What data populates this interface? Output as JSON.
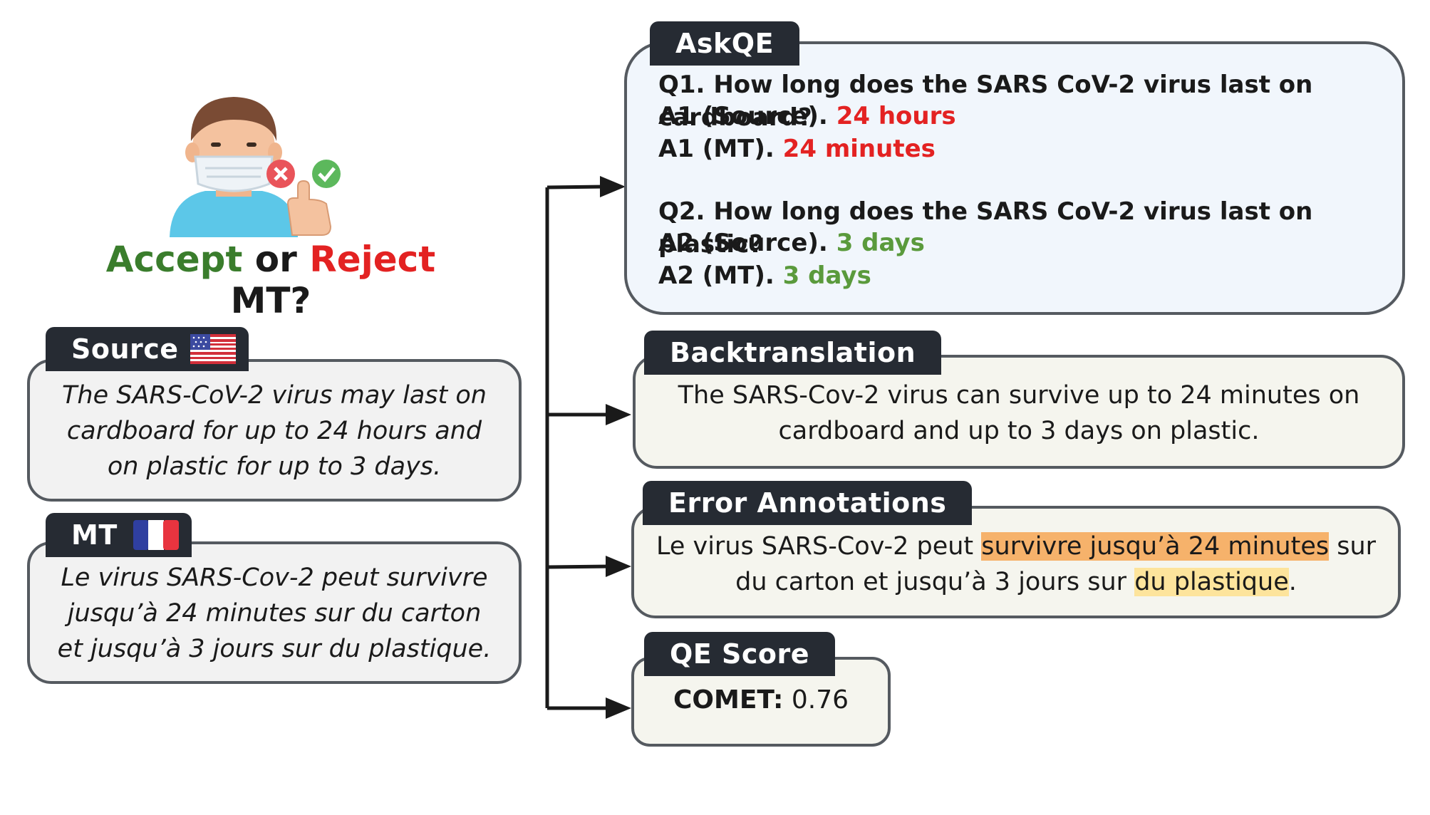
{
  "question": {
    "accept": "Accept",
    "or": "or",
    "reject": "Reject",
    "mt": "MT?"
  },
  "source": {
    "label": "Source",
    "text_l1": "The SARS-CoV-2 virus may last on",
    "text_l2": "cardboard for up to 24 hours and",
    "text_l3": "on plastic for up to 3 days."
  },
  "mt": {
    "label": "MT",
    "text_l1": "Le virus SARS-Cov-2 peut survivre",
    "text_l2": "jusqu’à 24 minutes sur du carton",
    "text_l3": "et jusqu’à 3 jours sur du plastique."
  },
  "askqe": {
    "label": "AskQE",
    "q1": "Q1. How long does the SARS CoV-2 virus last on cardboard?",
    "a1_src_label": "A1 (Source).",
    "a1_src_value": "24 hours",
    "a1_mt_label": "A1 (MT).",
    "a1_mt_value": "24 minutes",
    "q2": "Q2. How long does the SARS CoV-2 virus last on plastic?",
    "a2_src_label": "A2 (Source).",
    "a2_src_value": "3 days",
    "a2_mt_label": "A2 (MT).",
    "a2_mt_value": "3 days"
  },
  "backtranslation": {
    "label": "Backtranslation",
    "text_l1": "The SARS-Cov-2 virus can survive up to 24 minutes on",
    "text_l2": "cardboard and up to 3 days on plastic."
  },
  "error_annotations": {
    "label": "Error Annotations",
    "l1_pre": "Le virus SARS-Cov-2 peut ",
    "l1_hl": "survivre jusqu’à 24 minutes",
    "l1_post": " sur",
    "l2_pre": "du carton et jusqu’à 3 jours sur ",
    "l2_hl": "du plastique",
    "l2_post": "."
  },
  "qe_score": {
    "label": "QE Score",
    "metric": "COMET:",
    "value": "0.76"
  },
  "colors": {
    "accept": "#3a7d2c",
    "reject": "#e32222",
    "tab": "#262b33",
    "border": "#555a60",
    "askqe_bg": "#f1f6fc",
    "source_bg": "#f2f2f2",
    "panel_bg": "#f5f5ee",
    "highlight_orange": "#f6b26b",
    "highlight_yellow": "#fde49c"
  }
}
